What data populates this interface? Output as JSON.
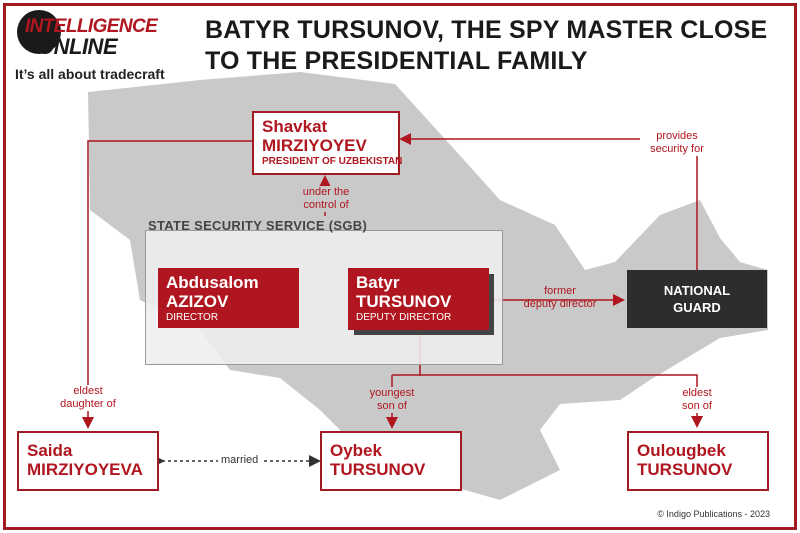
{
  "header": {
    "logo_line1": "INTELLIGENCE",
    "logo_line2": "ONLINE",
    "tagline": "It’s all about tradecraft",
    "title": "BATYR TURSUNOV, THE SPY MASTER CLOSE TO THE PRESIDENTIAL FAMILY"
  },
  "colors": {
    "accent": "#b0161f",
    "dark": "#2d2d2d",
    "map": "#c9c9c9"
  },
  "nodes": {
    "mirziyoyev": {
      "first": "Shavkat",
      "last": "MIRZIYOYEV",
      "role": "PRESIDENT OF UZBEKISTAN"
    },
    "sgb_label": "STATE SECURITY SERVICE (SGB)",
    "azizov": {
      "first": "Abdusalom",
      "last": "AZIZOV",
      "role": "DIRECTOR"
    },
    "batyr": {
      "first": "Batyr",
      "last": "TURSUNOV",
      "role": "DEPUTY DIRECTOR"
    },
    "guard": {
      "line1": "NATIONAL",
      "line2": "GUARD"
    },
    "saida": {
      "first": "Saida",
      "last": "MIRZIYOYEVA"
    },
    "oybek": {
      "first": "Oybek",
      "last": "TURSUNOV"
    },
    "ouloug": {
      "first": "Oulougbek",
      "last": "TURSUNOV"
    }
  },
  "edges": {
    "under_control": [
      "under the",
      "control of"
    ],
    "provides_security": [
      "provides",
      "security for"
    ],
    "former_deputy": [
      "former",
      "deputy director"
    ],
    "eldest_daughter": [
      "eldest",
      "daughter of"
    ],
    "youngest_son": [
      "youngest",
      "son of"
    ],
    "eldest_son": [
      "eldest",
      "son of"
    ],
    "married": "married"
  },
  "credit": "© Indigo Publications - 2023"
}
